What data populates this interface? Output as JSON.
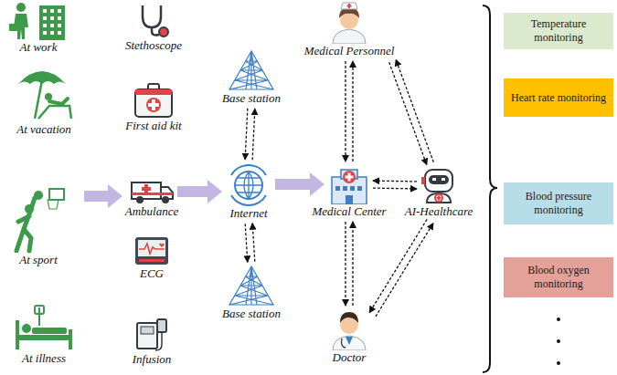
{
  "diagram": {
    "nodes": [
      {
        "text": [
          "At work"
        ]
      },
      {
        "text": [
          "At vacation"
        ]
      },
      {
        "text": [
          "At sport"
        ]
      },
      {
        "text": [
          "At illness"
        ]
      },
      {
        "text": [
          "Stethoscope"
        ]
      },
      {
        "text": [
          "First aid kit"
        ]
      },
      {
        "text": [
          "Ambulance"
        ]
      },
      {
        "text": [
          "ECG"
        ]
      },
      {
        "text": [
          "Infusion"
        ]
      },
      {
        "text": [
          "Base station"
        ]
      },
      {
        "text": [
          "Internet"
        ]
      },
      {
        "text": [
          "Base station"
        ]
      },
      {
        "text": [
          "Medical Personnel"
        ]
      },
      {
        "text": [
          "Medical Center"
        ]
      },
      {
        "text": [
          "Doctor"
        ]
      },
      {
        "text": [
          "AI-Healthcare"
        ]
      },
      {
        "text": [
          "Temperature monitoring"
        ]
      },
      {
        "text": [
          "Heart rate monitoring"
        ]
      },
      {
        "text": [
          "Blood pressure monitoring"
        ]
      },
      {
        "text": [
          "Blood oxygen monitoring"
        ]
      }
    ],
    "edges": [
      {
        "from": 6,
        "to": 10,
        "arrow": "to"
      },
      {
        "from": 10,
        "to": 13,
        "arrow": "to"
      },
      {
        "from": 9,
        "to": 10,
        "arrow": "both"
      },
      {
        "from": 10,
        "to": 11,
        "arrow": "both"
      },
      {
        "from": 12,
        "to": 13,
        "arrow": "both"
      },
      {
        "from": 13,
        "to": 14,
        "arrow": "both"
      },
      {
        "from": 13,
        "to": 15,
        "arrow": "both"
      },
      {
        "from": 12,
        "to": 15,
        "arrow": "both"
      },
      {
        "from": 14,
        "to": 15,
        "arrow": "both"
      }
    ]
  }
}
